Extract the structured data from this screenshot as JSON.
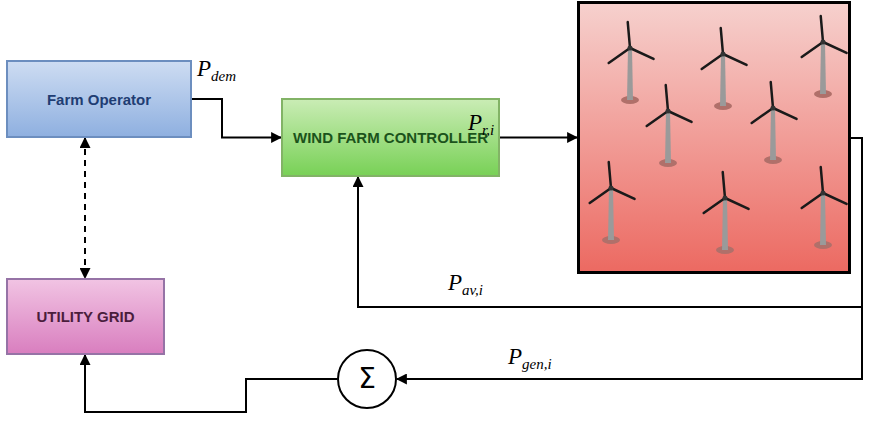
{
  "diagram": {
    "nodes": [
      {
        "text": [
          "Farm Operator"
        ]
      },
      {
        "text": [
          "WIND FARM CONTROLLER"
        ]
      },
      {
        "text": []
      },
      {
        "text": [
          "UTILITY GRID"
        ]
      },
      {
        "text": [
          "Σ"
        ]
      }
    ],
    "edges": [
      {
        "from": 0,
        "to": 1,
        "label": "Pdem",
        "arrow": "to"
      },
      {
        "from": 1,
        "to": 2,
        "label": "Pr,i",
        "arrow": "to"
      },
      {
        "from": 2,
        "to": 1,
        "label": "Pav,i",
        "arrow": "to"
      },
      {
        "from": 2,
        "to": 4,
        "label": "Pgen,i",
        "arrow": "to"
      },
      {
        "from": 4,
        "to": 3,
        "arrow": "to"
      },
      {
        "from": 0,
        "to": 3,
        "arrow": "both"
      }
    ]
  }
}
